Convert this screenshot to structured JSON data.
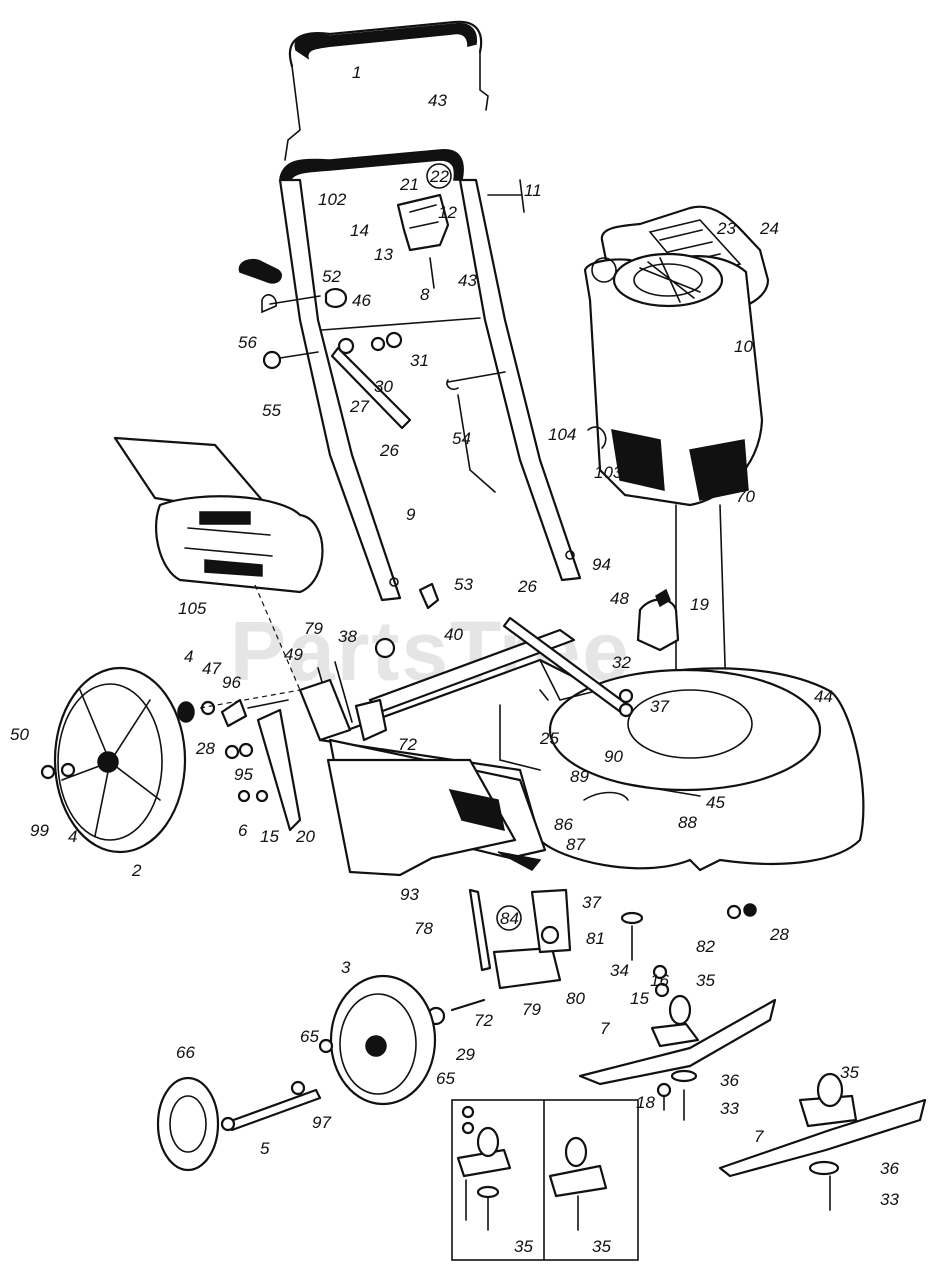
{
  "watermark": "PartsTree",
  "callouts": [
    "1",
    "43",
    "102",
    "21",
    "22",
    "12",
    "11",
    "14",
    "13",
    "8",
    "43",
    "23",
    "24",
    "52",
    "46",
    "56",
    "55",
    "31",
    "30",
    "27",
    "26",
    "54",
    "10",
    "104",
    "103",
    "70",
    "9",
    "105",
    "53",
    "26",
    "94",
    "48",
    "19",
    "38",
    "40",
    "79",
    "49",
    "72",
    "32",
    "37",
    "44",
    "25",
    "4",
    "47",
    "96",
    "50",
    "99",
    "4",
    "28",
    "95",
    "6",
    "15",
    "20",
    "2",
    "90",
    "89",
    "45",
    "86",
    "87",
    "88",
    "93",
    "37",
    "82",
    "28",
    "78",
    "84",
    "81",
    "34",
    "16",
    "15",
    "35",
    "3",
    "72",
    "79",
    "80",
    "29",
    "65",
    "65",
    "7",
    "36",
    "18",
    "33",
    "66",
    "5",
    "97",
    "35",
    "36",
    "33",
    "7",
    "35",
    "35"
  ],
  "circled_callouts": [
    "22",
    "84"
  ]
}
